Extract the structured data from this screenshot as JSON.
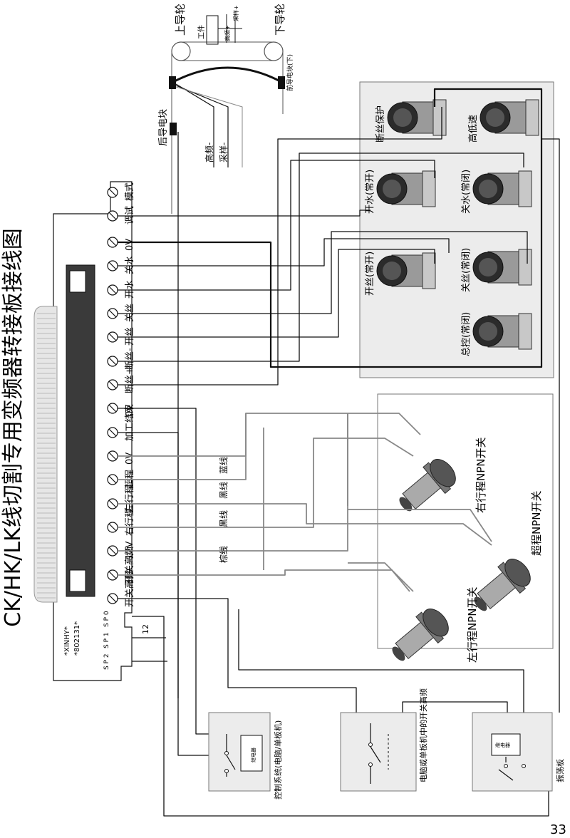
{
  "title": "CK/HK/LK线切割专用变频器转接板接线图",
  "page_number": "33",
  "guide_wheels": {
    "upper": "上导轮",
    "lower": "下导轮",
    "rear_block": "后导电块",
    "front_block": "前导电块(下)",
    "workpiece": "工件",
    "hf_minus": "高频-",
    "sample_minus": "采样-",
    "hf_plus_small": "高频+",
    "sample_plus_small": "采样+"
  },
  "board": {
    "model": "*XINHY*",
    "code": "*802131*",
    "sp": [
      "S P 0",
      "S P 1",
      "S P 2"
    ],
    "sp_value": "12",
    "terminals": [
      "模式",
      "调试",
      "0V",
      "关水",
      "开水",
      "关丝",
      "开丝",
      "断丝-",
      "断丝+",
      "0V",
      "加工结束",
      "0V",
      "超程",
      "左行程",
      "右行程",
      "12V",
      "开关高频",
      "开关高频"
    ]
  },
  "wire_colors": [
    "蓝线",
    "黑线",
    "黑线",
    "黑线",
    "棕线"
  ],
  "switch_panel": {
    "items": [
      "断丝保护",
      "高低速",
      "开水(常开)",
      "关水(常闭)",
      "开丝(常开)",
      "关丝(常闭)",
      "总控(常闭)"
    ]
  },
  "npn_panel": {
    "items": [
      "右行程NPN开关",
      "超程NPN开关",
      "左行程NPN开关"
    ]
  },
  "bottom_boxes": {
    "relay": "继电器",
    "control_system": "控制系统(电脑/单板机)",
    "computer": "电脑或单板机中的开关高频",
    "oscillator": "振荡板"
  },
  "colors": {
    "line": "#111111",
    "grey_wire": "#888888",
    "panel": "#ececec"
  }
}
